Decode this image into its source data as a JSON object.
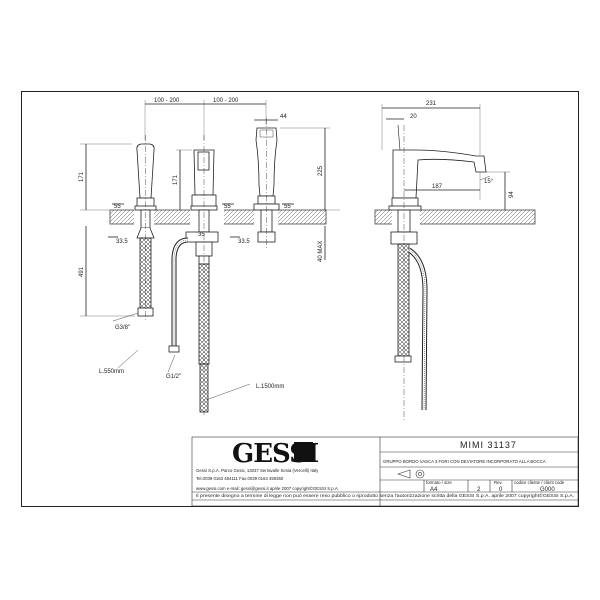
{
  "views": {
    "front": {
      "dims": {
        "spacing_a": "100 - 200",
        "spacing_b": "100 - 200",
        "shower_width": "44",
        "height_left": "171",
        "height_mid": "171",
        "height_shower": "225",
        "dia_left": "55",
        "dia_mid": "55",
        "dia_right": "55",
        "hole_left": "33.5",
        "hole_right": "33.5",
        "dia_35": "35",
        "below_deck": "491",
        "max_thickness": "40 MAX",
        "thread_left": "G3/8\"",
        "thread_mid": "G1/2\"",
        "hose_left": "L.550mm",
        "hose_shower": "L.1500mm"
      }
    },
    "side": {
      "dims": {
        "overall_width": "231",
        "top_offset": "20",
        "reach": "187",
        "angle": "15°",
        "spout_height": "94"
      }
    }
  },
  "titleblock": {
    "brand": "GESSI",
    "company": "Gessi S.p.A. Parco Gessi, 13037 Serravalle Sesia (Vercelli) Italy",
    "phone": "Tel.0039  0163  454111  Fax.0039  0163  459350",
    "web": "www.gessi.com  e-mail: gessi@gessi.it    aprile  2007   copyright©GESSI S.p.A.",
    "model": "MIMI   31137",
    "description": "GRUPPO BORDO VASCA 3 FORI CON DEVIATORE INCORPORATO ALLA BOCCA",
    "format_label": "formato / size",
    "format_value": "A4",
    "sheet_value": "2",
    "rev_label": "Rev.",
    "rev_value": "0",
    "code_label": "codice cliente / client code",
    "code_value": "G000",
    "footer": "Il presente disegno a termine di legge non può essere reso pubblico o riprodotto senza l'autorizzazione scritta della GESSI S.p.A.       aprile 2007   copyright©GESSI S.p.A."
  }
}
